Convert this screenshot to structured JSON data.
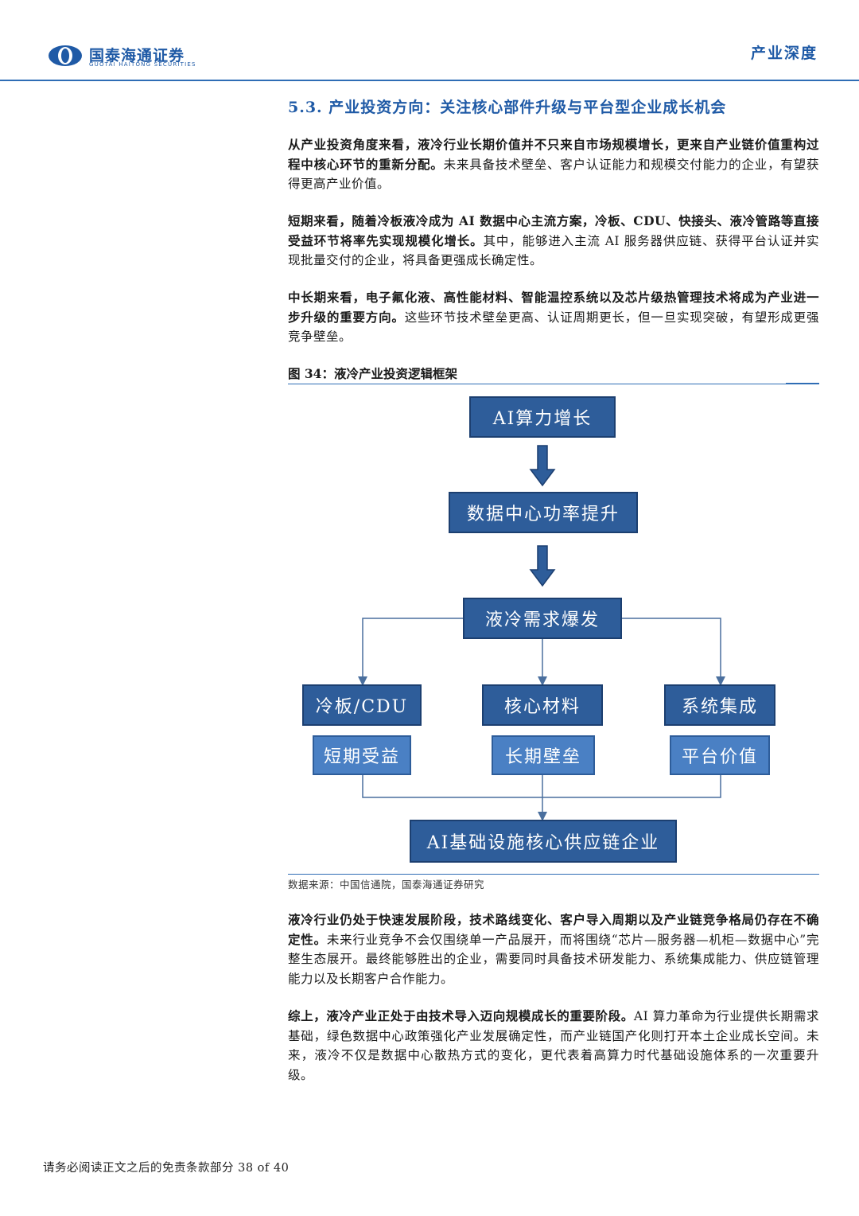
{
  "header": {
    "logo_cn": "国泰海通证券",
    "logo_en": "GUOTAI HAITONG SECURITIES",
    "report_type": "产业深度",
    "brand_color": "#1f5aa6"
  },
  "section_title": "5.3. 产业投资方向：关注核心部件升级与平台型企业成长机会",
  "paragraphs": [
    {
      "bold": "从产业投资角度来看，液冷行业长期价值并不只来自市场规模增长，更来自产业链价值重构过程中核心环节的重新分配。",
      "text": "未来具备技术壁垒、客户认证能力和规模交付能力的企业，有望获得更高产业价值。"
    },
    {
      "bold": "短期来看，随着冷板液冷成为 AI 数据中心主流方案，冷板、CDU、快接头、液冷管路等直接受益环节将率先实现规模化增长。",
      "text": "其中，能够进入主流 AI 服务器供应链、获得平台认证并实现批量交付的企业，将具备更强成长确定性。"
    },
    {
      "bold": "中长期来看，电子氟化液、高性能材料、智能温控系统以及芯片级热管理技术将成为产业进一步升级的重要方向。",
      "text": "这些环节技术壁垒更高、认证周期更长，但一旦实现突破，有望形成更强竞争壁垒。"
    }
  ],
  "figure": {
    "title": "图 34：液冷产业投资逻辑框架",
    "nodes": {
      "top": "AI算力增长",
      "second": "数据中心功率提升",
      "third": "液冷需求爆发",
      "branch_left": "冷板/CDU",
      "branch_mid": "核心材料",
      "branch_right": "系统集成",
      "value_left": "短期受益",
      "value_mid": "长期壁垒",
      "value_right": "平台价值",
      "bottom": "AI基础设施核心供应链企业"
    },
    "source": "数据来源：中国信通院，国泰海通证券研究"
  },
  "closing": [
    {
      "bold": "液冷行业仍处于快速发展阶段，技术路线变化、客户导入周期以及产业链竞争格局仍存在不确定性。",
      "text": "未来行业竞争不会仅围绕单一产品展开，而将围绕“芯片—服务器—机柜—数据中心”完整生态展开。最终能够胜出的企业，需要同时具备技术研发能力、系统集成能力、供应链管理能力以及长期客户合作能力。"
    },
    {
      "bold": "综上，液冷产业正处于由技术导入迈向规模成长的重要阶段。",
      "text": "AI 算力革命为行业提供长期需求基础，绿色数据中心政策强化产业发展确定性，而产业链国产化则打开本土企业成长空间。未来，液冷不仅是数据中心散热方式的变化，更代表着高算力时代基础设施体系的一次重要升级。"
    }
  ],
  "footer": {
    "disclaimer": "请务必阅读正文之后的免责条款部分",
    "page": "38 of 40"
  }
}
